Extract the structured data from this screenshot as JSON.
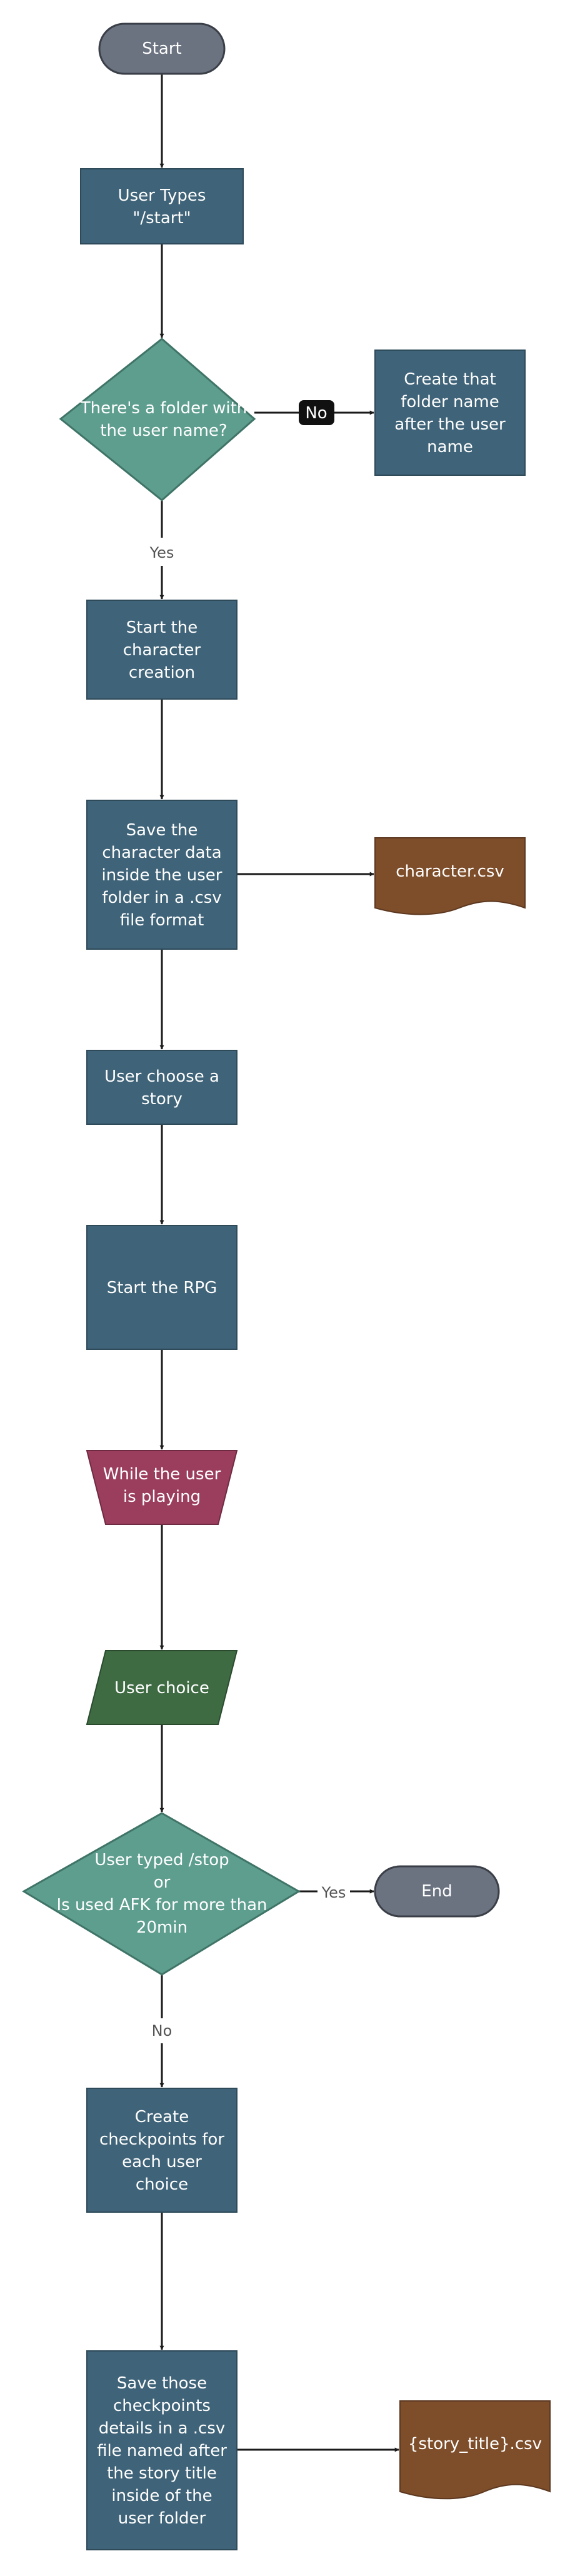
{
  "colors": {
    "process": "#3f6378",
    "decision": "#5e9e8e",
    "terminal": "#6b7280",
    "loop": "#9b3e5e",
    "io": "#3f6b43",
    "document": "#7e4d2a",
    "connector": "#1a1a1a",
    "no_badge": "#111111"
  },
  "nodes": {
    "start": {
      "lines": [
        "Start"
      ]
    },
    "user_types": {
      "lines": [
        "User Types",
        "\"/start\""
      ]
    },
    "folder_check": {
      "lines": [
        "There's a folder with",
        "the user name?"
      ]
    },
    "create_folder": {
      "lines": [
        "Create that",
        "folder name",
        "after the user",
        "name"
      ]
    },
    "character_creation": {
      "lines": [
        "Start the",
        "character",
        "creation"
      ]
    },
    "save_character": {
      "lines": [
        "Save the",
        "character data",
        "inside the user",
        "folder in a .csv",
        "file format"
      ]
    },
    "character_csv": {
      "lines": [
        "character.csv"
      ]
    },
    "choose_story": {
      "lines": [
        "User choose a",
        "story"
      ]
    },
    "start_rpg": {
      "lines": [
        "Start the RPG"
      ]
    },
    "while_playing": {
      "lines": [
        "While the user",
        "is playing"
      ]
    },
    "user_choice": {
      "lines": [
        "User choice"
      ]
    },
    "stop_check": {
      "lines": [
        "User typed /stop",
        "or",
        "Is used AFK for more than",
        "20min"
      ]
    },
    "end": {
      "lines": [
        "End"
      ]
    },
    "create_checkpoints": {
      "lines": [
        "Create",
        "checkpoints for",
        "each user",
        "choice"
      ]
    },
    "save_checkpoints": {
      "lines": [
        "Save those",
        "checkpoints",
        "details in a .csv",
        "file named after",
        "the story title",
        "inside of the",
        "user folder"
      ]
    },
    "story_csv": {
      "lines": [
        "{story_title}.csv"
      ]
    }
  },
  "edge_labels": {
    "folder_no": "No",
    "folder_yes": "Yes",
    "stop_yes": "Yes",
    "stop_no": "No"
  }
}
